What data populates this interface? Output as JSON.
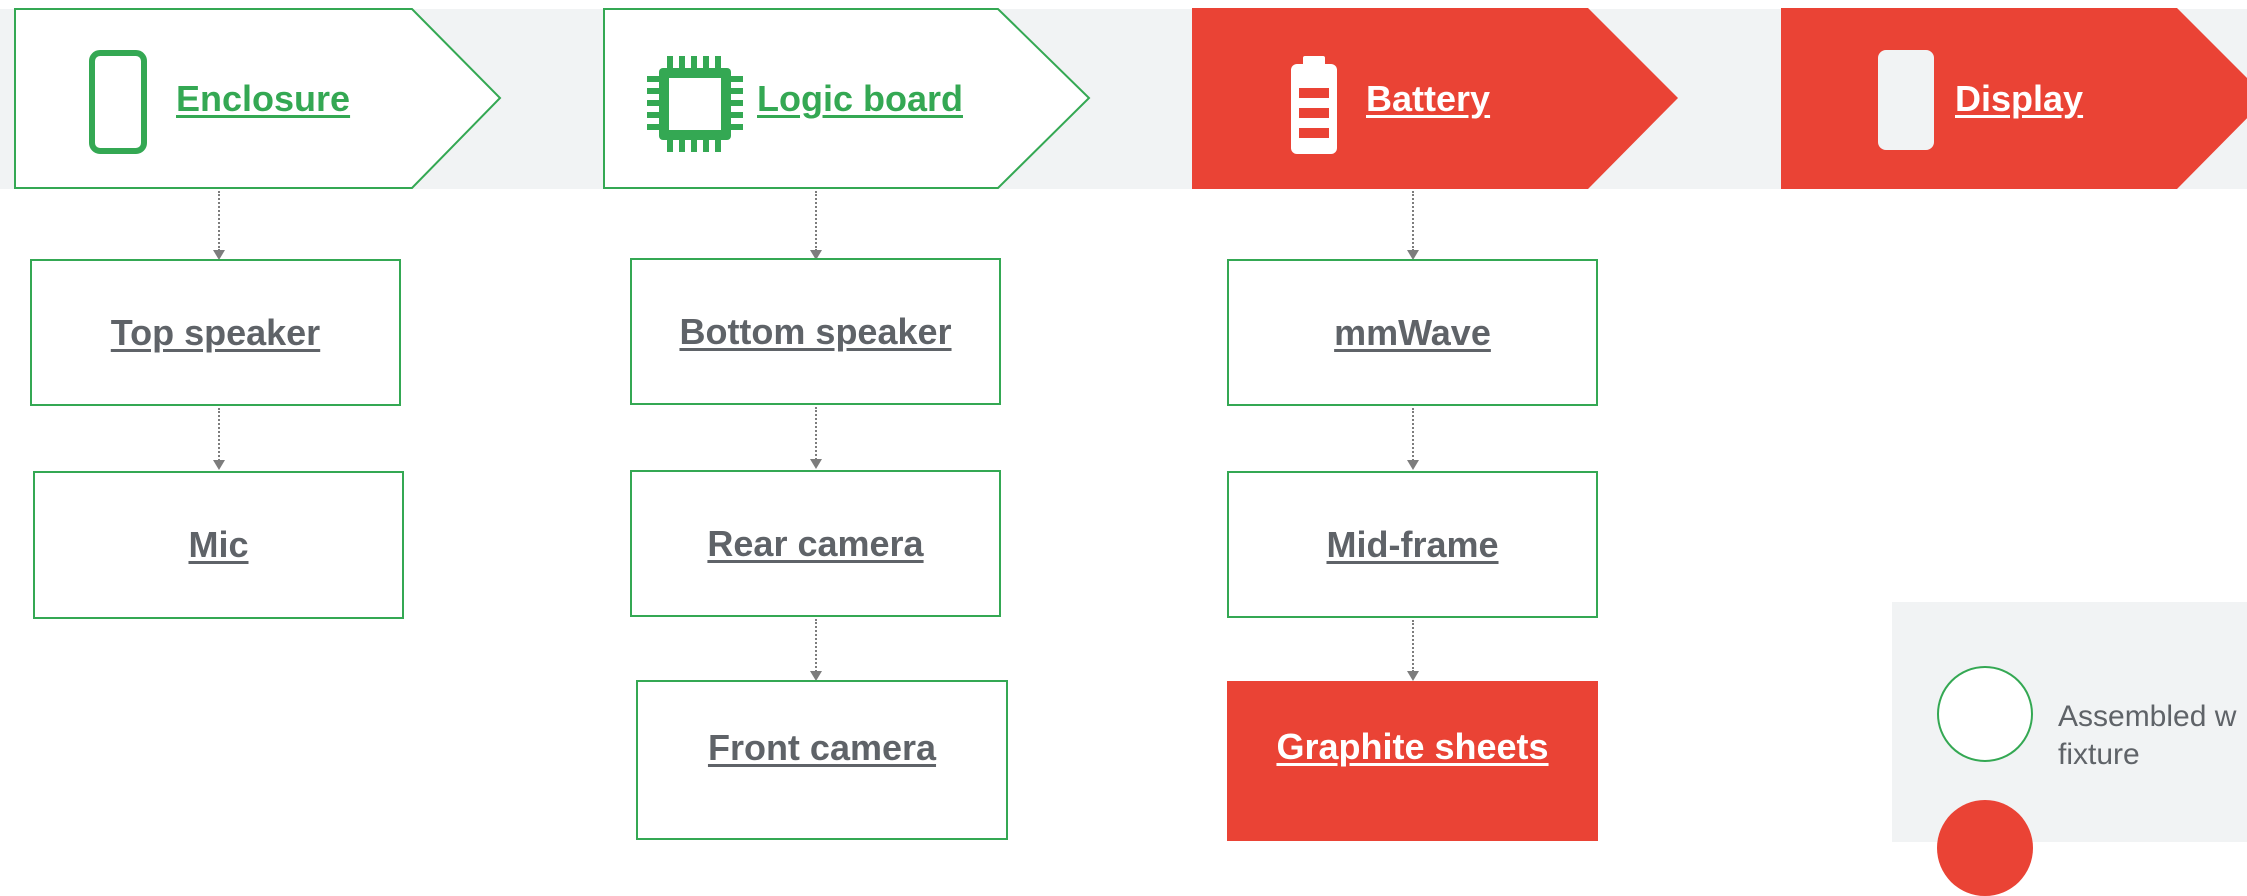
{
  "colors": {
    "green": "#34a853",
    "red": "#ea4335",
    "gray_text": "#5f6368",
    "band": "#f1f3f4"
  },
  "header_steps": [
    {
      "label": "Enclosure",
      "icon": "phone-outline-icon",
      "style": "green"
    },
    {
      "label": "Logic board",
      "icon": "chip-icon",
      "style": "green"
    },
    {
      "label": "Battery",
      "icon": "battery-icon",
      "style": "red"
    },
    {
      "label": "Display",
      "icon": "phone-screen-icon",
      "style": "red"
    }
  ],
  "columns": [
    {
      "boxes": [
        {
          "label": "Top speaker",
          "style": "green"
        },
        {
          "label": "Mic",
          "style": "green"
        }
      ]
    },
    {
      "boxes": [
        {
          "label": "Bottom speaker",
          "style": "green"
        },
        {
          "label": "Rear camera",
          "style": "green"
        },
        {
          "label": "Front camera",
          "style": "green"
        }
      ]
    },
    {
      "boxes": [
        {
          "label": "mmWave",
          "style": "green"
        },
        {
          "label": "Mid-frame",
          "style": "green"
        },
        {
          "label": "Graphite sheets",
          "style": "red"
        }
      ]
    }
  ],
  "legend": {
    "items": [
      {
        "text": "Assembled w\nfixture",
        "style": "green"
      },
      {
        "text": "",
        "style": "red"
      }
    ]
  }
}
